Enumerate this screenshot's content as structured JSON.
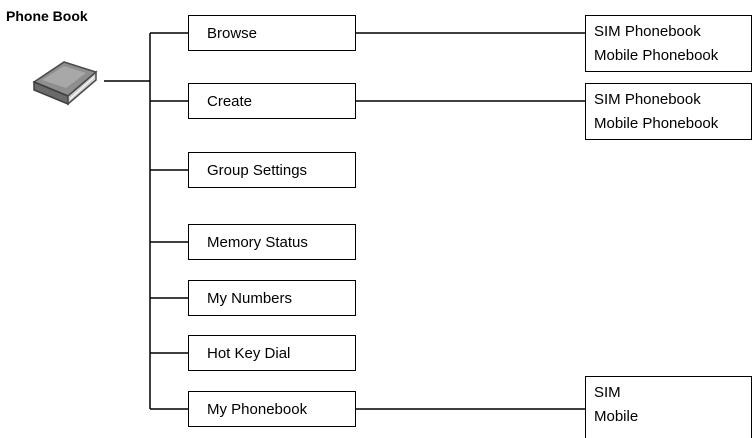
{
  "title": "Phone Book",
  "icon": "phonebook-book-icon",
  "menu_items": [
    {
      "label": "Browse"
    },
    {
      "label": "Create"
    },
    {
      "label": "Group Settings"
    },
    {
      "label": "Memory Status"
    },
    {
      "label": "My Numbers"
    },
    {
      "label": "Hot Key Dial"
    },
    {
      "label": "My Phonebook"
    }
  ],
  "submenus": {
    "browse": [
      "SIM Phonebook",
      "Mobile Phonebook"
    ],
    "create": [
      "SIM Phonebook",
      "Mobile Phonebook"
    ],
    "my_phonebook": [
      "SIM",
      "Mobile"
    ]
  }
}
